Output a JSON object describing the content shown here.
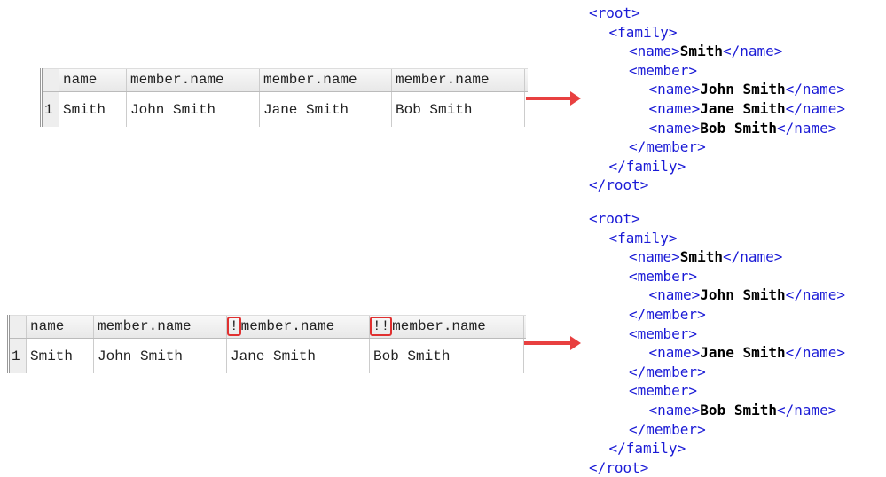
{
  "table_top": {
    "row_number": "1",
    "headers": [
      {
        "prefix": "",
        "label": "name"
      },
      {
        "prefix": "",
        "label": "member.name"
      },
      {
        "prefix": "",
        "label": "member.name"
      },
      {
        "prefix": "",
        "label": "member.name"
      }
    ],
    "cells": [
      "Smith",
      "John Smith",
      "Jane Smith",
      "Bob Smith"
    ]
  },
  "table_bottom": {
    "row_number": "1",
    "headers": [
      {
        "prefix": "",
        "label": "name"
      },
      {
        "prefix": "",
        "label": "member.name"
      },
      {
        "prefix": "!",
        "label": "member.name"
      },
      {
        "prefix": "!!",
        "label": "member.name"
      }
    ],
    "cells": [
      "Smith",
      "John Smith",
      "Jane Smith",
      "Bob Smith"
    ]
  },
  "xml_top": [
    {
      "level": 0,
      "open": "<root>"
    },
    {
      "level": 1,
      "open": "<family>"
    },
    {
      "level": 2,
      "open": "<name>",
      "text": "Smith",
      "close": "</name>"
    },
    {
      "level": 2,
      "open": "<member>"
    },
    {
      "level": 3,
      "open": "<name>",
      "text": "John Smith",
      "close": "</name>"
    },
    {
      "level": 3,
      "open": "<name>",
      "text": "Jane Smith",
      "close": "</name>"
    },
    {
      "level": 3,
      "open": "<name>",
      "text": "Bob Smith",
      "close": "</name>"
    },
    {
      "level": 2,
      "open": "</member>"
    },
    {
      "level": 1,
      "open": "</family>"
    },
    {
      "level": 0,
      "open": "</root>"
    }
  ],
  "xml_bottom": [
    {
      "level": 0,
      "open": "<root>"
    },
    {
      "level": 1,
      "open": "<family>"
    },
    {
      "level": 2,
      "open": "<name>",
      "text": "Smith",
      "close": "</name>"
    },
    {
      "level": 2,
      "open": "<member>"
    },
    {
      "level": 3,
      "open": "<name>",
      "text": "John Smith",
      "close": "</name>"
    },
    {
      "level": 2,
      "open": "</member>"
    },
    {
      "level": 2,
      "open": "<member>"
    },
    {
      "level": 3,
      "open": "<name>",
      "text": "Jane Smith",
      "close": "</name>"
    },
    {
      "level": 2,
      "open": "</member>"
    },
    {
      "level": 2,
      "open": "<member>"
    },
    {
      "level": 3,
      "open": "<name>",
      "text": "Bob Smith",
      "close": "</name>"
    },
    {
      "level": 2,
      "open": "</member>"
    },
    {
      "level": 1,
      "open": "</family>"
    },
    {
      "level": 0,
      "open": "</root>"
    }
  ],
  "colors": {
    "arrow": "#e84040",
    "tag": "#1a1ad6",
    "highlight": "#e03030"
  }
}
